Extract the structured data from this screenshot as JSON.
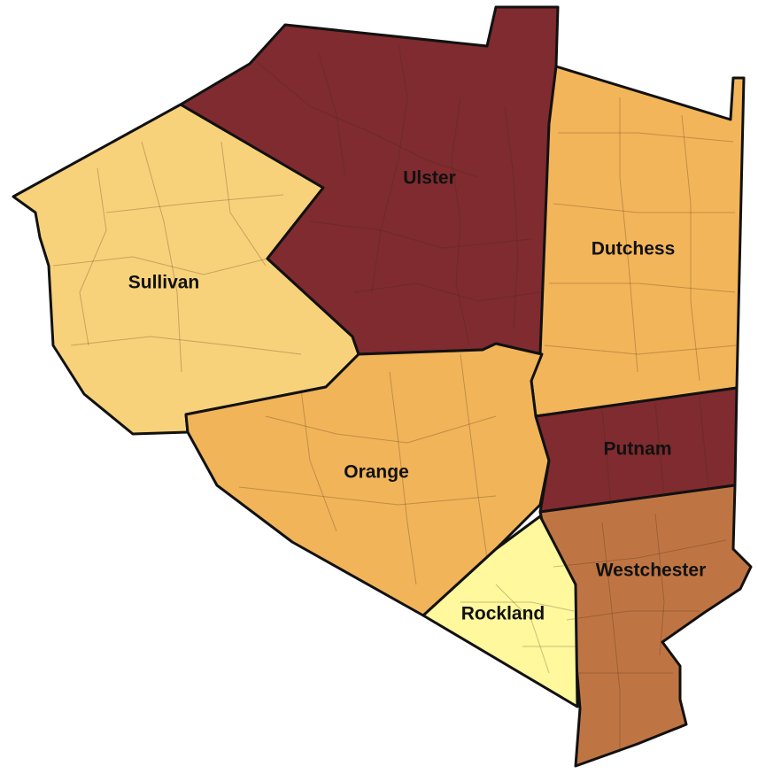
{
  "map": {
    "counties": [
      {
        "id": "sullivan",
        "label": "Sullivan",
        "color": "#f8d27a"
      },
      {
        "id": "ulster",
        "label": "Ulster",
        "color": "#7f2b2f"
      },
      {
        "id": "dutchess",
        "label": "Dutchess",
        "color": "#f3b55a"
      },
      {
        "id": "orange",
        "label": "Orange",
        "color": "#f1b459"
      },
      {
        "id": "putnam",
        "label": "Putnam",
        "color": "#7f2b2f"
      },
      {
        "id": "westchester",
        "label": "Westchester",
        "color": "#bf7543"
      },
      {
        "id": "rockland",
        "label": "Rockland",
        "color": "#fff89c"
      }
    ]
  }
}
